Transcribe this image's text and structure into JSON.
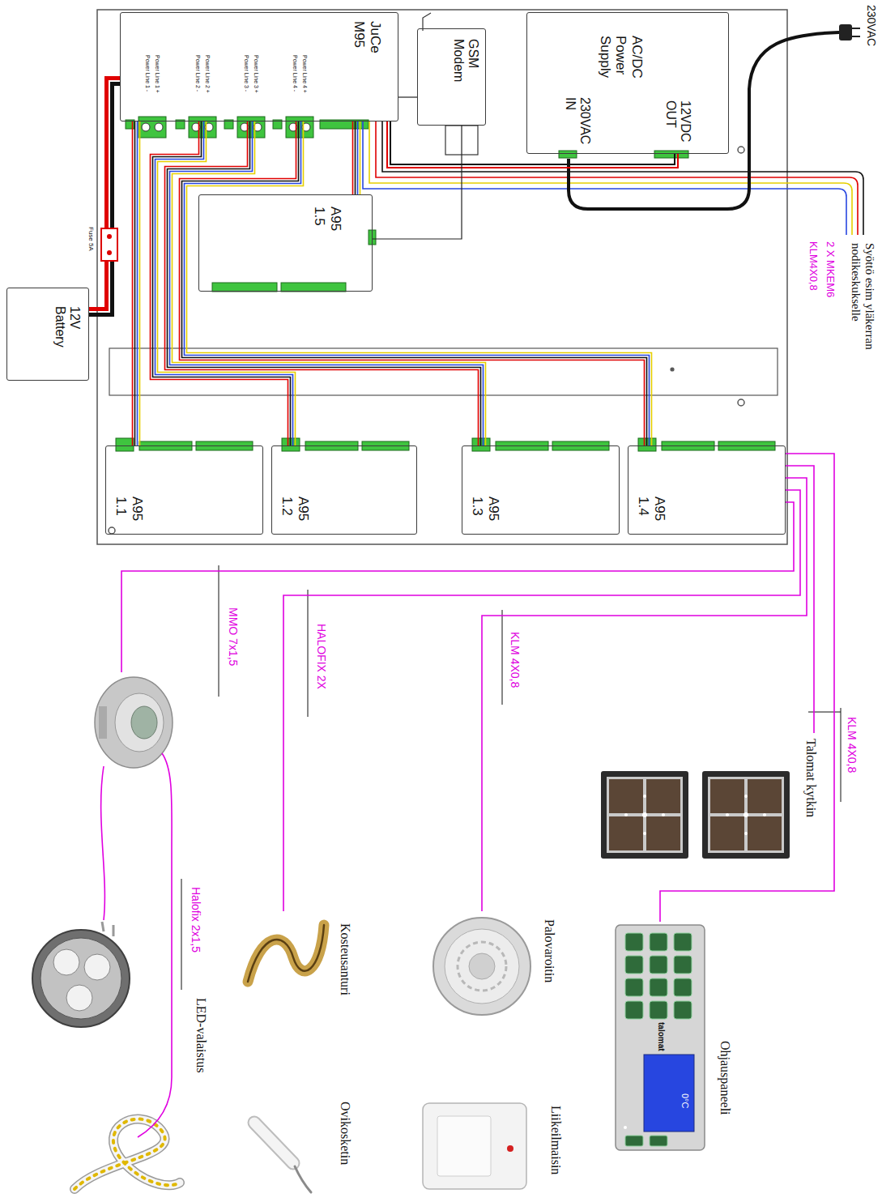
{
  "diagram": {
    "nodes": [
      {
        "text": [
          "JuCe M95"
        ]
      },
      {
        "text": [
          "GSM Modem"
        ]
      },
      {
        "text": [
          "AC/DC Power Supply",
          "12VDC OUT",
          "230VAC IN"
        ]
      },
      {
        "text": [
          "A95 1.5"
        ]
      },
      {
        "text": [
          "12V Battery"
        ]
      },
      {
        "text": [
          "A95 1.1"
        ]
      },
      {
        "text": [
          "A95 1.2"
        ]
      },
      {
        "text": [
          "A95 1.3"
        ]
      },
      {
        "text": [
          "A95 1.4"
        ]
      },
      {
        "text": [
          "Talomat kytkin"
        ]
      },
      {
        "text": [
          "Ohjauspaneeli"
        ]
      },
      {
        "text": [
          "Palovaroitin"
        ]
      },
      {
        "text": [
          "Liikeilmaisin"
        ]
      },
      {
        "text": [
          "Kosteusanturi"
        ]
      },
      {
        "text": [
          "Ovikosketin"
        ]
      },
      {
        "text": [
          "LED-valaistus"
        ]
      }
    ],
    "edges": [
      {
        "from": 0,
        "to": 1,
        "arrow": "none"
      },
      {
        "from": 2,
        "to": 0,
        "arrow": "none"
      },
      {
        "from": 4,
        "to": 0,
        "arrow": "none"
      },
      {
        "from": 0,
        "to": 3,
        "arrow": "none"
      },
      {
        "from": 1,
        "to": 3,
        "arrow": "none"
      },
      {
        "from": 0,
        "to": 5,
        "arrow": "none"
      },
      {
        "from": 0,
        "to": 6,
        "arrow": "none"
      },
      {
        "from": 0,
        "to": 7,
        "arrow": "none"
      },
      {
        "from": 0,
        "to": 8,
        "arrow": "none"
      },
      {
        "from": 8,
        "to": 9,
        "arrow": "none"
      },
      {
        "from": 8,
        "to": 10,
        "label": "KLM 4X0,8",
        "arrow": "none"
      },
      {
        "from": 8,
        "to": 11,
        "label": "KLM 4X0,8",
        "arrow": "none"
      },
      {
        "from": 8,
        "to": 13,
        "label": "HALOFIX 2X",
        "arrow": "none"
      },
      {
        "from": 8,
        "to": 15,
        "label": "MMO 7x1,5",
        "arrow": "none"
      }
    ],
    "labels": [
      "230VAC",
      "Syöttö esim yläkerran nodikeskukselle",
      "2 X MKEM6",
      "KLM4X0,8",
      "Power Line 1 -",
      "Power Line 1 +",
      "Power Line 2 -",
      "Power Line 2 +",
      "Power Line 3 -",
      "Power Line 3 +",
      "Power Line 4 -",
      "Power Line 4 +",
      "Fuse 5A",
      "Halofix 2x1,5",
      "talomat",
      "0°C"
    ]
  }
}
